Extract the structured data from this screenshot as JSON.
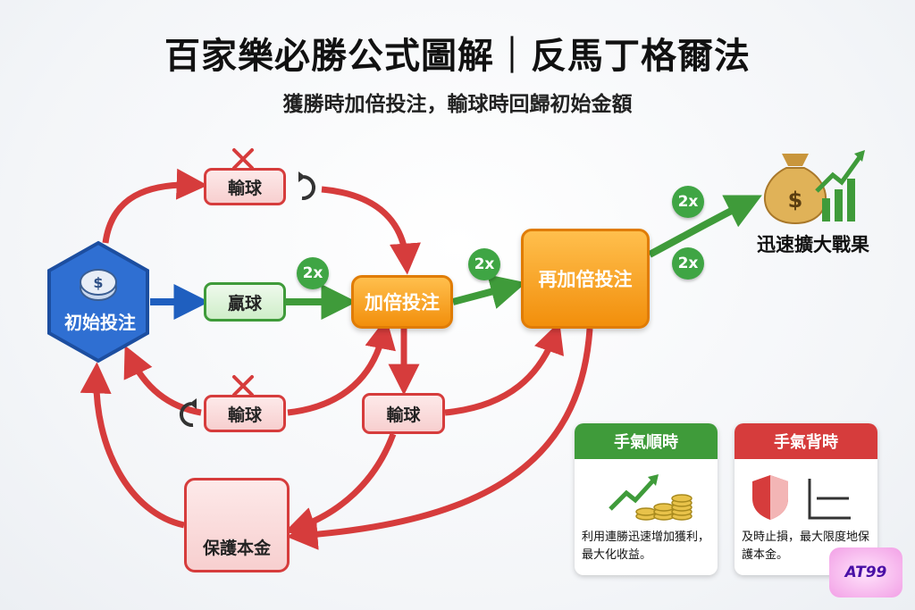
{
  "title": "百家樂必勝公式圖解｜反馬丁格爾法",
  "subtitle": "獲勝時加倍投注，輸球時回歸初始金額",
  "nodes": {
    "start": "初始投注",
    "lose_top": "輸球",
    "win": "贏球",
    "lose_bottom": "輸球",
    "double_bet": "加倍投注",
    "redouble_bet": "再加倍投注",
    "lose_middle": "輸球",
    "protect": "保護本金",
    "result": "迅速擴大戰果"
  },
  "multiplier": "2x",
  "cards": {
    "good": {
      "header": "手氣順時",
      "text": "利用連勝迅速增加獲利，最大化收益。",
      "color": "#3f9b3a"
    },
    "bad": {
      "header": "手氣背時",
      "text": "及時止損，最大限度地保護本金。",
      "color": "#d63c3c"
    }
  },
  "logo": "AT99",
  "colors": {
    "red": "#d63c3c",
    "green": "#3f9b3a",
    "blue": "#1f5fbf",
    "orange": "#f28f0c"
  }
}
